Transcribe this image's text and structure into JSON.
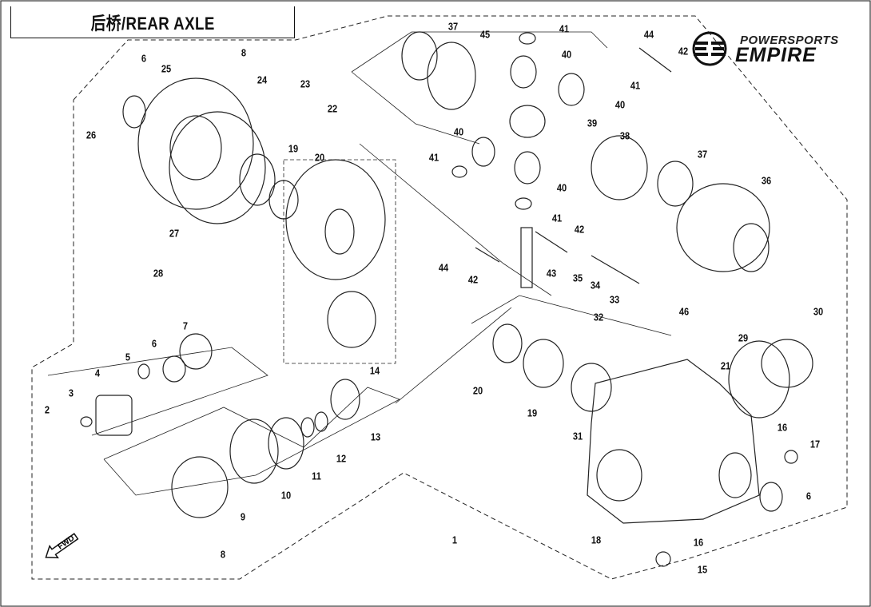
{
  "title": "后桥/REAR AXLE",
  "logo": {
    "line1": "POWERSPORTS",
    "line2": "EMPIRE"
  },
  "fwd_arrow": "FWD",
  "callouts": [
    "37",
    "45",
    "41",
    "44",
    "42",
    "40",
    "41",
    "40",
    "39",
    "40",
    "41",
    "38",
    "37",
    "40",
    "36",
    "41",
    "42",
    "44",
    "42",
    "43",
    "35",
    "34",
    "33",
    "46",
    "32",
    "30",
    "29",
    "21",
    "20",
    "19",
    "31",
    "16",
    "17",
    "6",
    "18",
    "16",
    "15",
    "1",
    "6",
    "25",
    "8",
    "24",
    "23",
    "22",
    "26",
    "19",
    "20",
    "27",
    "28",
    "7",
    "6",
    "5",
    "4",
    "3",
    "2",
    "14",
    "13",
    "12",
    "11",
    "10",
    "9",
    "8"
  ]
}
